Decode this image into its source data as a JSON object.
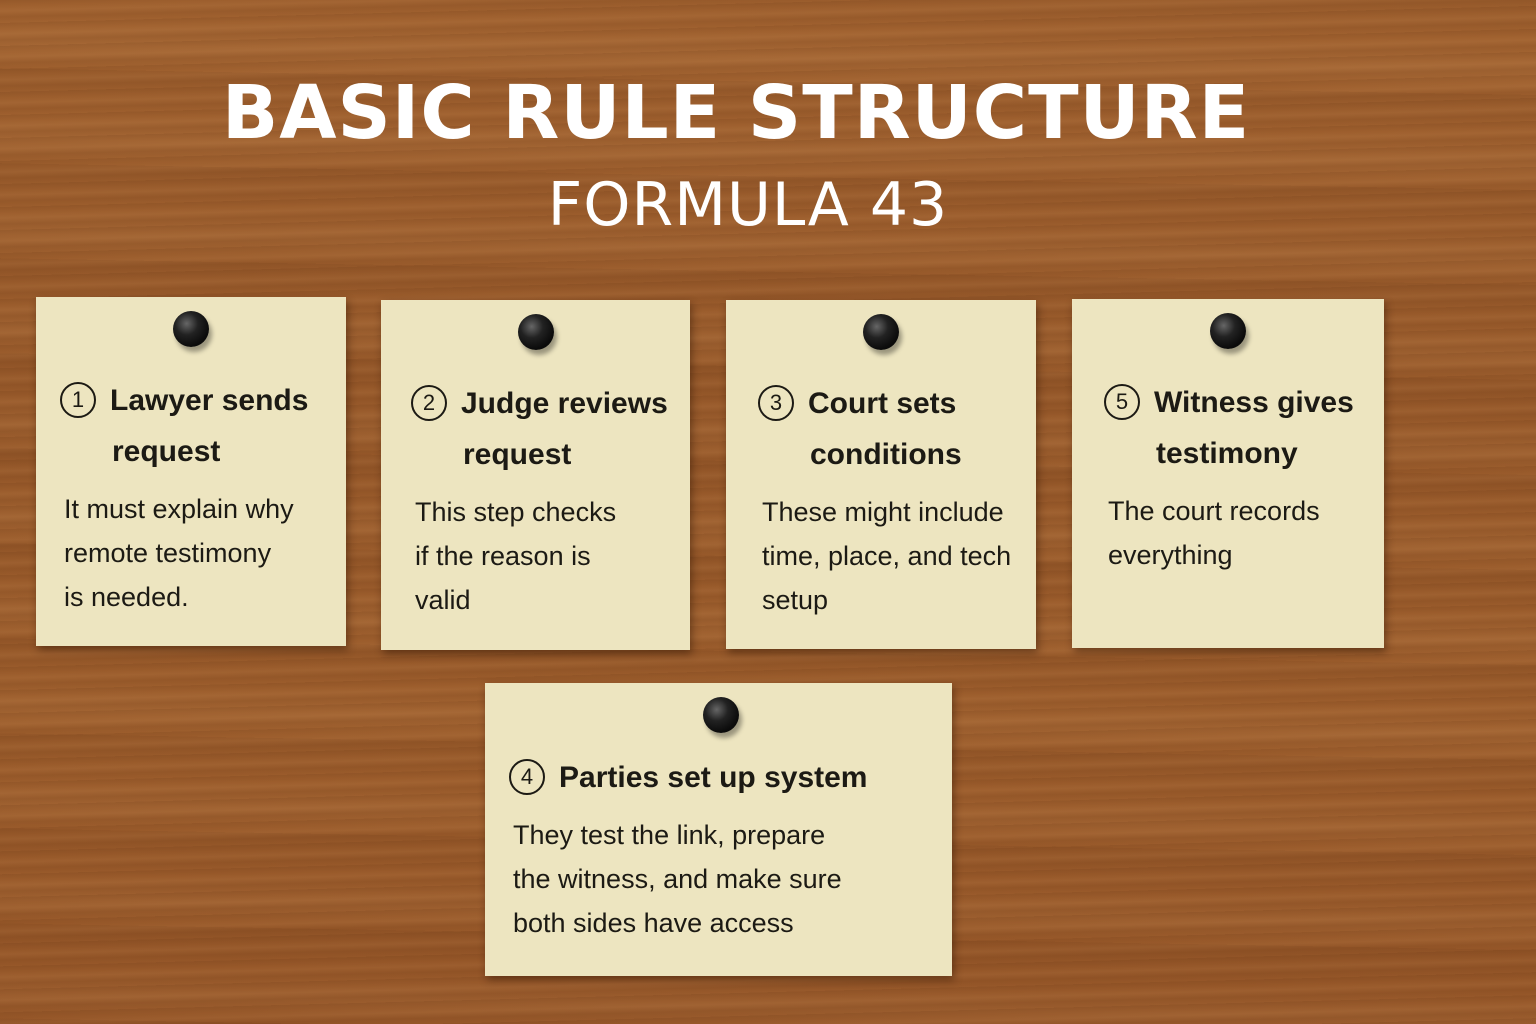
{
  "title": "BASIC RULE STRUCTURE",
  "subtitle": "FORMULA 43",
  "colors": {
    "note": "#ede5c0",
    "wood": "#9a5b2b",
    "title": "#ffffff"
  },
  "notes": [
    {
      "number": "1",
      "heading_line1": "Lawyer sends",
      "heading_line2": "request",
      "body_lines": [
        "It must explain why",
        "remote testimony",
        "is needed."
      ]
    },
    {
      "number": "2",
      "heading_line1": "Judge reviews",
      "heading_line2": "request",
      "body_lines": [
        "This step checks",
        "if the reason is",
        "valid"
      ]
    },
    {
      "number": "3",
      "heading_line1": "Court sets",
      "heading_line2": "conditions",
      "body_lines": [
        "These might include",
        "time, place, and tech",
        "setup"
      ]
    },
    {
      "number": "5",
      "heading_line1": "Witness gives",
      "heading_line2": "testimony",
      "body_lines": [
        "The court records",
        "everything"
      ]
    },
    {
      "number": "4",
      "heading_line1": "Parties set up system",
      "body_lines": [
        "They test the link, prepare",
        "the witness, and make sure",
        "both sides have access"
      ]
    }
  ]
}
